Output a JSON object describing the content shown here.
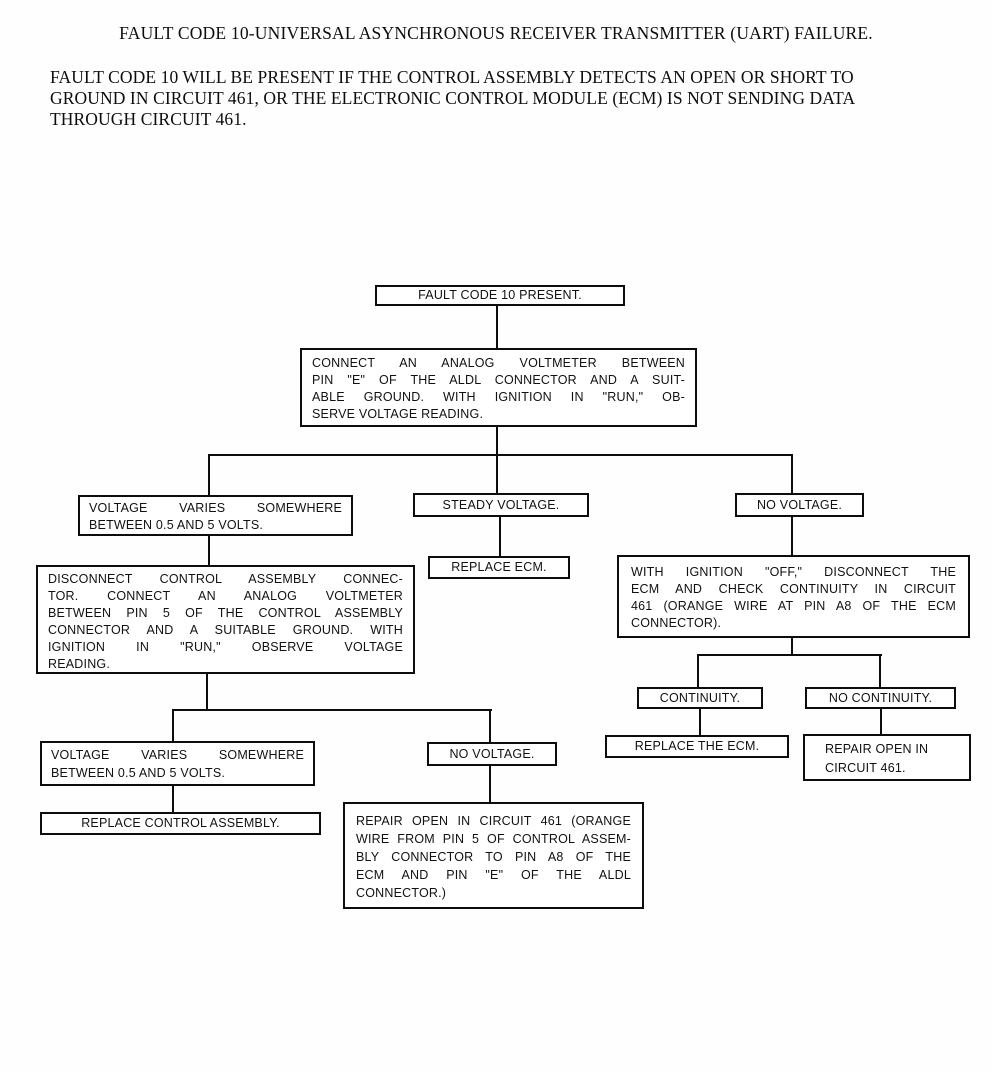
{
  "colors": {
    "ink": "#0d0d0d",
    "paper": "#fefefe"
  },
  "header": {
    "title": "FAULT CODE 10-UNIVERSAL ASYNCHRONOUS RECEIVER TRANSMITTER (UART) FAILURE.",
    "intro_lines": [
      "FAULT CODE 10 WILL BE PRESENT IF THE CONTROL ASSEMBLY DETECTS AN OPEN OR SHORT TO",
      "GROUND IN CIRCUIT 461, OR THE ELECTRONIC CONTROL MODULE (ECM) IS NOT SENDING DATA",
      "THROUGH CIRCUIT 461."
    ]
  },
  "flowchart": {
    "nodes": {
      "fault_present": {
        "text": "FAULT CODE 10 PRESENT."
      },
      "connect_voltmeter": {
        "lines": [
          "CONNECT AN ANALOG VOLTMETER BETWEEN",
          "PIN \"E\" OF THE ALDL CONNECTOR AND A SUIT-",
          "ABLE GROUND. WITH IGNITION IN \"RUN,\" OB-",
          "SERVE VOLTAGE READING."
        ]
      },
      "voltage_varies_1": {
        "lines": [
          "VOLTAGE VARIES SOMEWHERE",
          "BETWEEN 0.5 AND 5 VOLTS."
        ]
      },
      "steady_voltage": {
        "text": "STEADY VOLTAGE."
      },
      "no_voltage_1": {
        "text": "NO VOLTAGE."
      },
      "replace_ecm": {
        "text": "REPLACE ECM."
      },
      "check_continuity": {
        "lines": [
          "WITH IGNITION \"OFF,\" DISCONNECT THE",
          "ECM AND CHECK CONTINUITY IN CIRCUIT",
          "461 (ORANGE WIRE AT PIN A8 OF THE ECM",
          "CONNECTOR)."
        ]
      },
      "continuity": {
        "text": "CONTINUITY."
      },
      "no_continuity": {
        "text": "NO CONTINUITY."
      },
      "replace_the_ecm": {
        "text": "REPLACE THE ECM."
      },
      "repair_open_461": {
        "lines": [
          "REPAIR OPEN IN",
          "CIRCUIT 461."
        ]
      },
      "disconnect_control": {
        "lines": [
          "DISCONNECT CONTROL ASSEMBLY CONNEC-",
          "TOR. CONNECT AN ANALOG VOLTMETER",
          "BETWEEN PIN 5 OF THE CONTROL ASSEMBLY",
          "CONNECTOR AND A SUITABLE GROUND. WITH",
          "IGNITION IN \"RUN,\" OBSERVE VOLTAGE",
          "READING."
        ]
      },
      "voltage_varies_2": {
        "lines": [
          "VOLTAGE VARIES SOMEWHERE",
          "BETWEEN 0.5 AND 5 VOLTS."
        ]
      },
      "no_voltage_2": {
        "text": "NO VOLTAGE."
      },
      "replace_control_assembly": {
        "text": "REPLACE CONTROL ASSEMBLY."
      },
      "repair_open_461_long": {
        "lines": [
          "REPAIR OPEN IN CIRCUIT 461 (ORANGE",
          "WIRE FROM PIN 5 OF CONTROL ASSEM-",
          "BLY CONNECTOR TO PIN A8 OF THE",
          "ECM AND PIN \"E\" OF THE ALDL",
          "CONNECTOR.)"
        ]
      }
    }
  }
}
